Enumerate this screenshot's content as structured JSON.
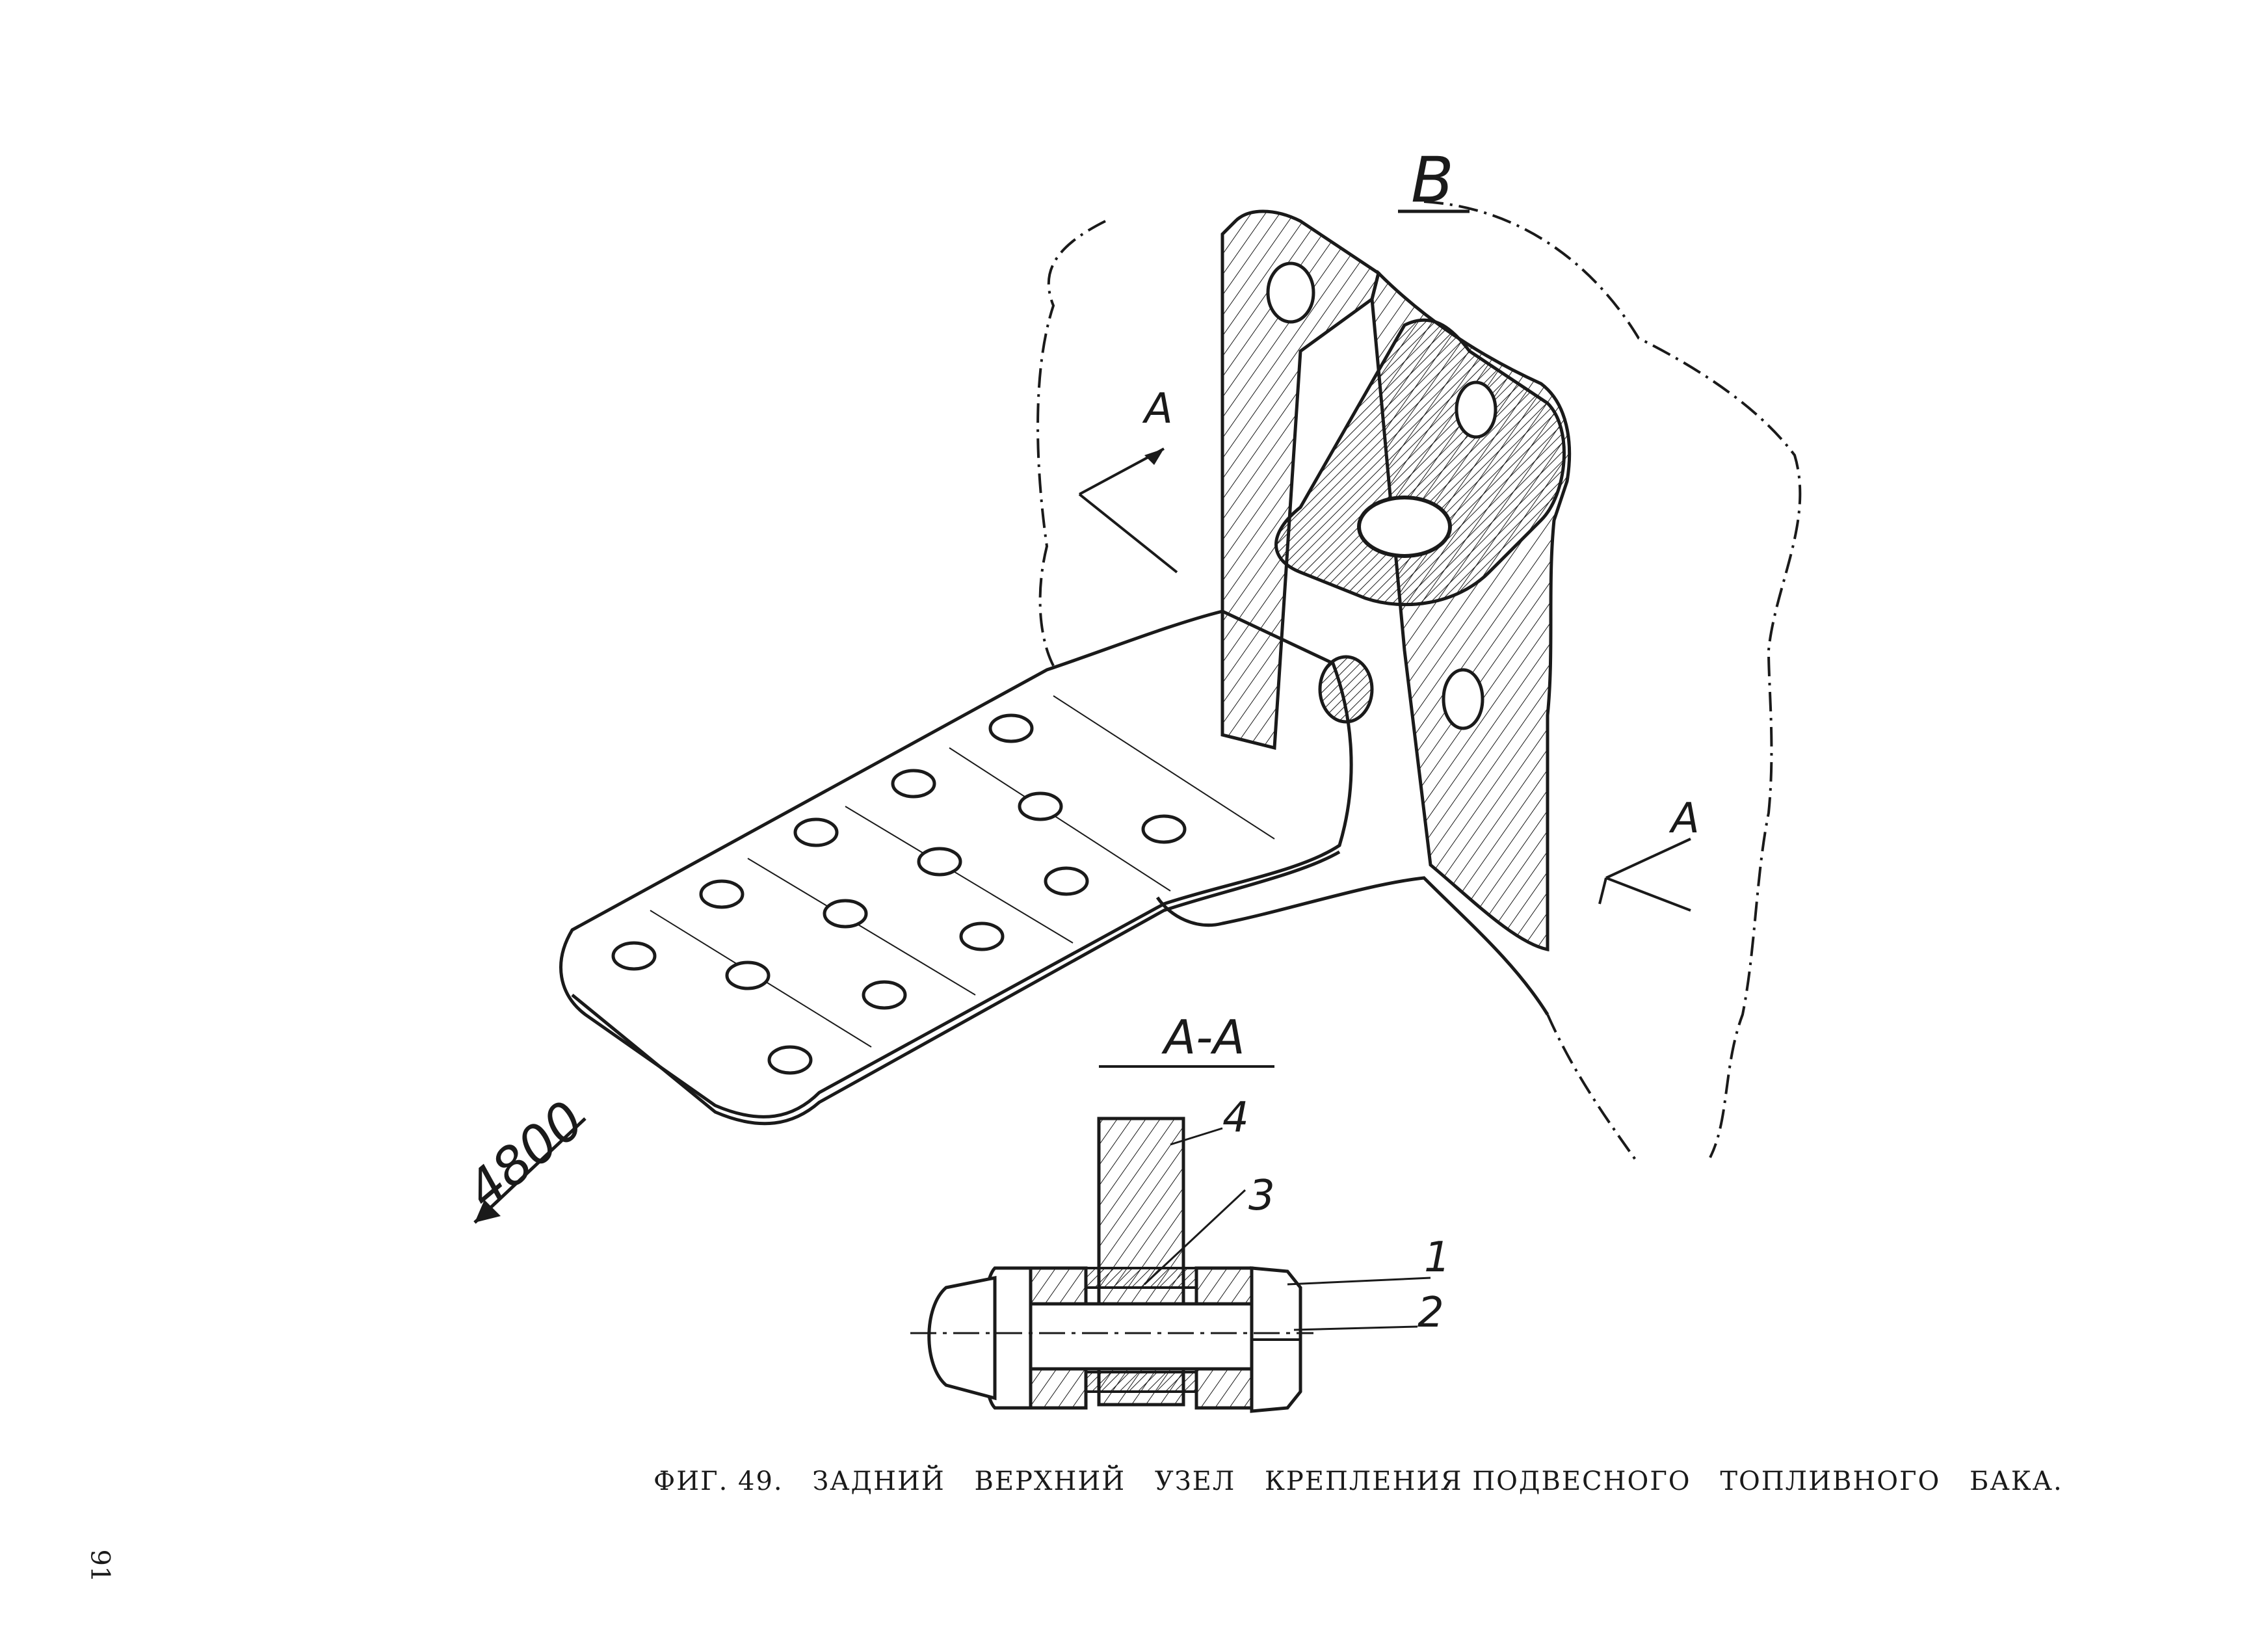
{
  "figure": {
    "view_label": "B",
    "section_marks": {
      "left": "A",
      "right": "A"
    },
    "section_title": "A-A",
    "station_label": "4800",
    "callouts": [
      "1",
      "2",
      "3",
      "4"
    ]
  },
  "caption": {
    "prefix": "ФИГ. 49.",
    "words": [
      "ЗАДНИЙ",
      "ВЕРХНИЙ",
      "УЗЕЛ",
      "КРЕПЛЕНИЯ ПОДВЕСНОГО",
      "ТОПЛИВНОГО",
      "БАКА."
    ]
  },
  "page_number": "91",
  "colors": {
    "ink": "#1a1a1a",
    "paper": "#ffffff"
  }
}
